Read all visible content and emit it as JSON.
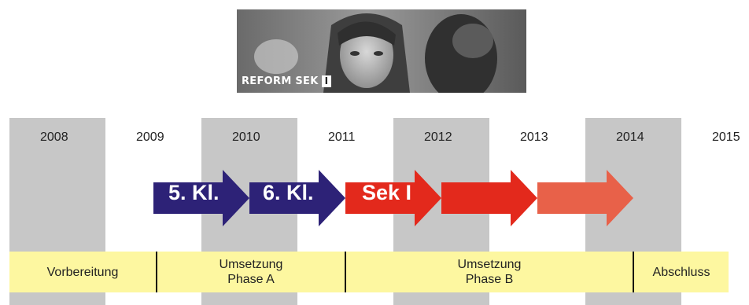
{
  "banner": {
    "label_main": "REFORM SEK",
    "label_roman": "I"
  },
  "years": [
    "2008",
    "2009",
    "2010",
    "2011",
    "2012",
    "2013",
    "2014",
    "2015"
  ],
  "arrows": [
    {
      "label": "5. Kl.",
      "color": "#2d2277"
    },
    {
      "label": "6. Kl.",
      "color": "#2d2277"
    },
    {
      "label": "Sek I",
      "color": "#e3291c"
    },
    {
      "label": "",
      "color": "#e3291c"
    },
    {
      "label": "",
      "color": "#e86149"
    }
  ],
  "phases": [
    {
      "label": "Vorbereitung"
    },
    {
      "label": "Umsetzung\nPhase A"
    },
    {
      "label": "Umsetzung\nPhase B"
    },
    {
      "label": "Abschluss"
    }
  ],
  "colors": {
    "column_shade": "#c7c7c7",
    "phase_bar": "#fdf7a0",
    "arrow_dark_blue": "#2d2277",
    "arrow_red": "#e3291c",
    "arrow_light_red": "#e86149"
  }
}
